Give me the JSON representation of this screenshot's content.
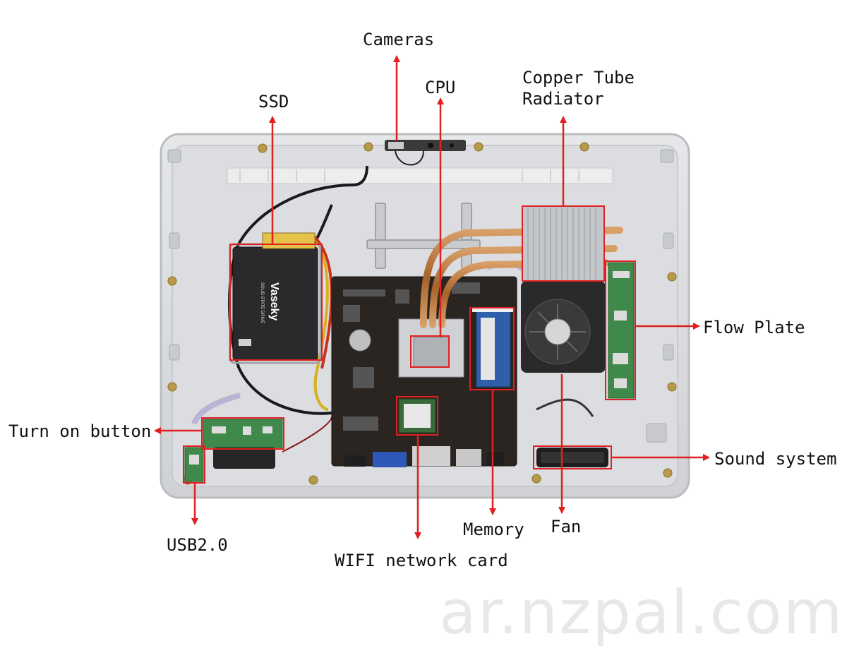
{
  "labels": {
    "cameras": "Cameras",
    "cpu": "CPU",
    "copper_line1": "Copper Tube",
    "copper_line2": "Radiator",
    "ssd": "SSD",
    "flow_plate": "Flow Plate",
    "turn_on": "Turn on button",
    "sound_system": "Sound system",
    "usb": "USB2.0",
    "wifi": "WIFI network card",
    "memory": "Memory",
    "fan": "Fan"
  },
  "board": {
    "ssd_brand": "Vaseky",
    "ssd_sub": "SOLID STATE DRIVE"
  },
  "watermark": "ar.nzpal.com",
  "colors": {
    "arrow": "#e02020",
    "box": "#e02020",
    "chassis": "#d9dadc",
    "chassis_edge": "#c2c4c7",
    "pcb": "#2b2522",
    "ssd": "#2a2a2c",
    "copper": "#b8753a",
    "green_pcb": "#3f8a4a",
    "memory": "#2f5fa8"
  }
}
